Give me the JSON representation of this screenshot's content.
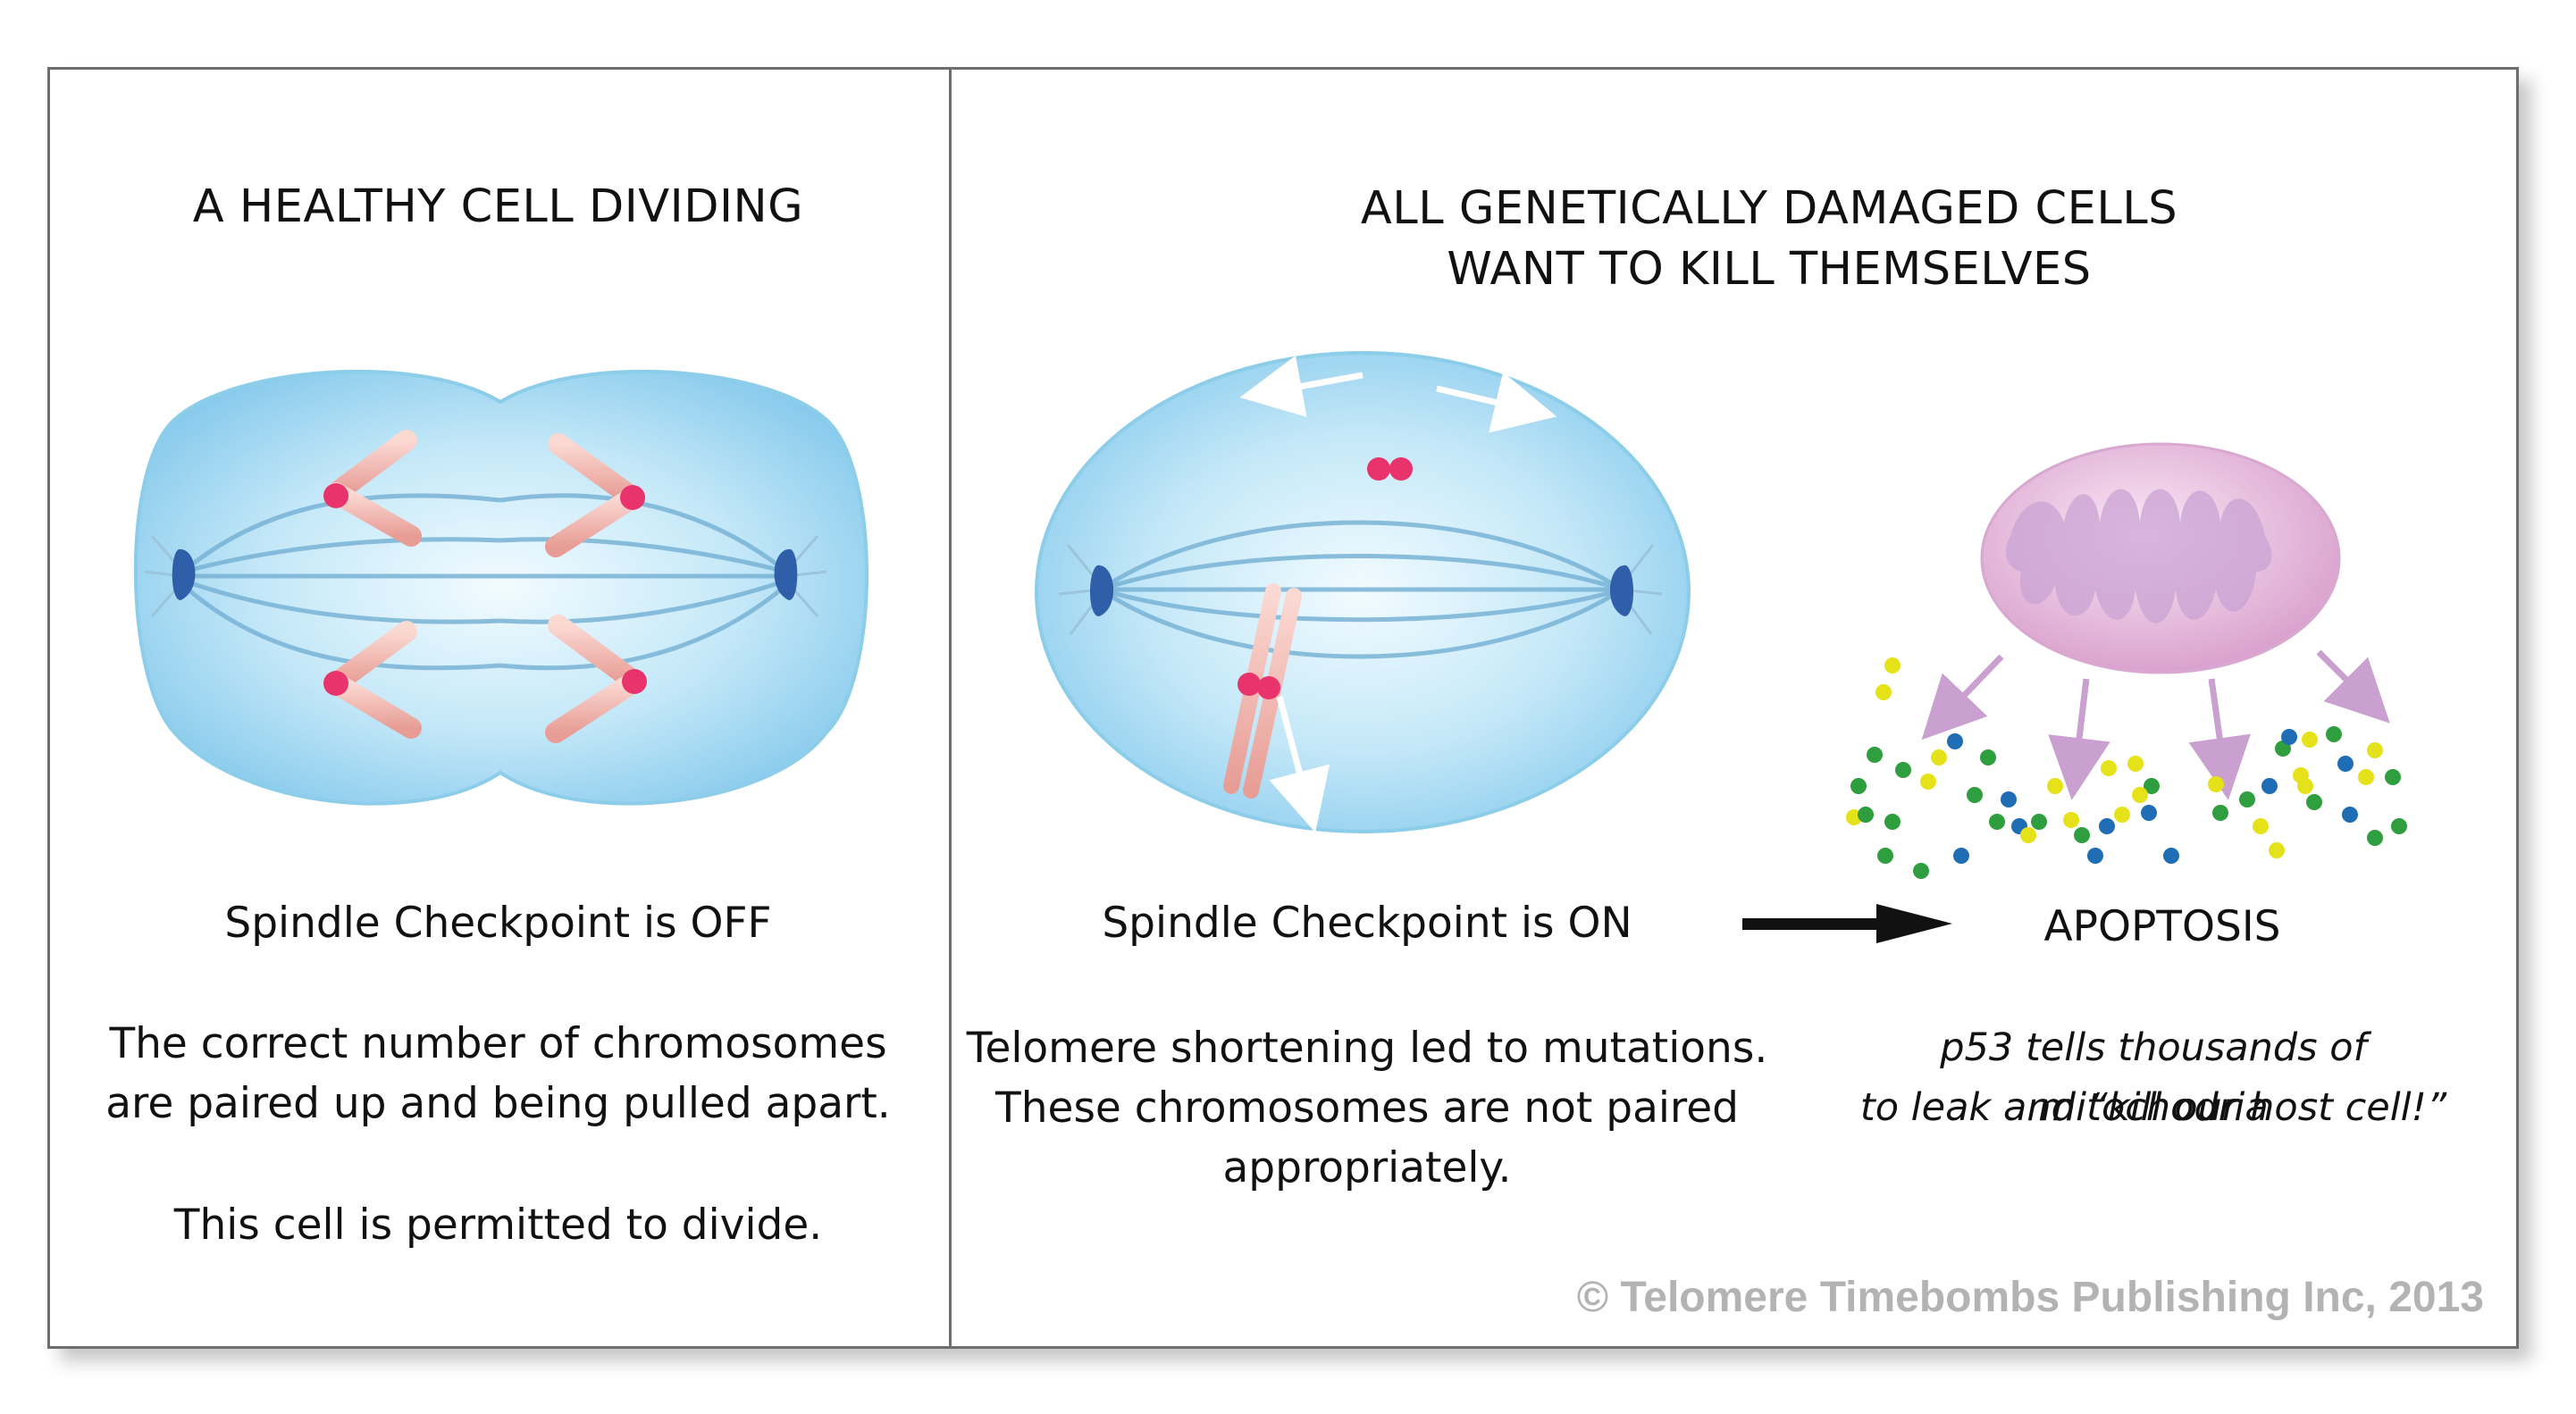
{
  "left_panel": {
    "title": "A HEALTHY CELL DIVIDING",
    "checkpoint": "Spindle Checkpoint is OFF",
    "description_line1": "The correct number of chromosomes",
    "description_line2": "are paired up and being pulled apart.",
    "permission": "This cell is permitted to divide."
  },
  "right_panel": {
    "title_line1": "ALL GENETICALLY DAMAGED CELLS",
    "title_line2": "WANT TO KILL THEMSELVES",
    "checkpoint": "Spindle Checkpoint is ON",
    "description_line1": "Telomere shortening led to mutations.",
    "description_line2": "These chromosomes are not paired",
    "description_line3": "appropriately.",
    "outcome": "APOPTOSIS",
    "p53_line1": "p53 tells thousands of mitochodria",
    "p53_line2": "to leak and “kill our host cell!”"
  },
  "copyright": "©  Telomere Timebombs Publishing Inc, 2013",
  "icons": [
    "dividing-cell-icon",
    "damaged-cell-icon",
    "mitochondrion-icon",
    "arrow-right-icon"
  ],
  "colors": {
    "cell_fill": "#9fd6f2",
    "spindle_pole": "#2f5fa8",
    "chromosome": "#f0b4ac",
    "centromere": "#e8336d",
    "mitochondrion": "#e7b8dc",
    "particle_green": "#2f9e3f",
    "particle_yellow": "#e6e21a",
    "particle_blue": "#1f6db4",
    "copyright": "#b3b3b3"
  }
}
